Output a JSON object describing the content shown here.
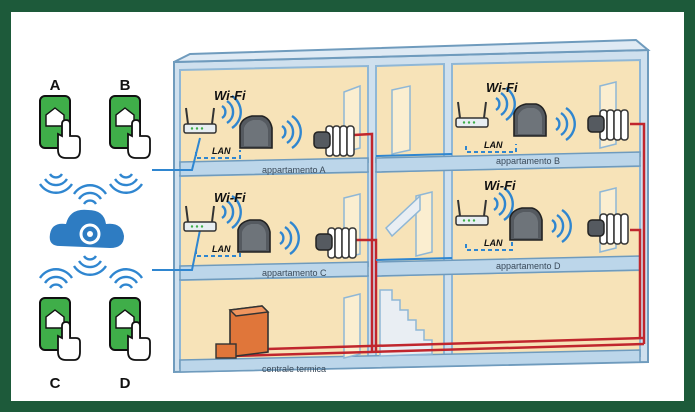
{
  "labels": {
    "wifi": "Wi-Fi",
    "lan": "LAN",
    "apartment_a": "appartamento A",
    "apartment_b": "appartamento B",
    "apartment_c": "appartamento C",
    "apartment_d": "appartamento D",
    "boiler_room": "centrale termica"
  },
  "phones": [
    {
      "letter": "A"
    },
    {
      "letter": "B"
    },
    {
      "letter": "C"
    },
    {
      "letter": "D"
    }
  ],
  "colors": {
    "frame": "#1d5a3a",
    "panel": "#ffffff",
    "wall": "#f7e3b8",
    "wall_edge": "#8fb7d6",
    "floor_blue": "#bcd6ea",
    "phone_green": "#3fae49",
    "cloud_blue": "#2e7cc2",
    "signal_blue": "#2f86d0",
    "pipe_red": "#c0262d",
    "boiler_orange": "#e0763a",
    "device_gray": "#555a60"
  }
}
